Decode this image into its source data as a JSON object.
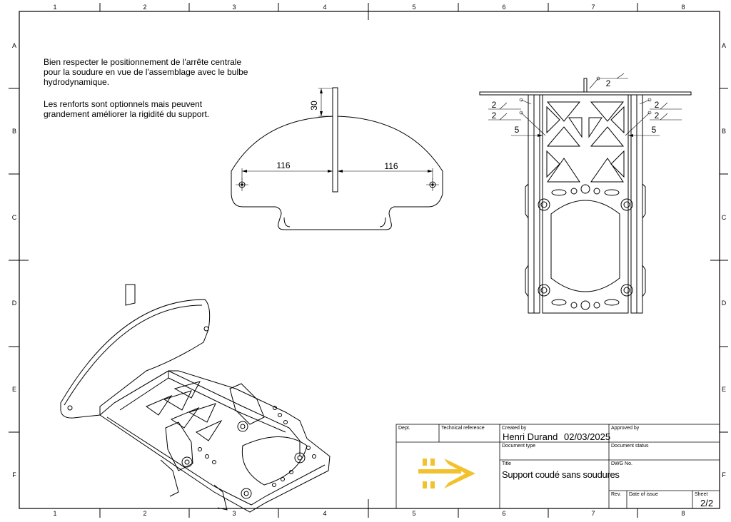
{
  "frame": {
    "columns": [
      "1",
      "2",
      "3",
      "4",
      "5",
      "6",
      "7",
      "8"
    ],
    "rows": [
      "A",
      "B",
      "C",
      "D",
      "E",
      "F"
    ]
  },
  "notes": {
    "paragraph1": "Bien respecter le positionnement de l'arrête centrale\npour la soudure en vue de l'assemblage avec le bulbe\nhydrodynamique.",
    "paragraph2": "Les renforts sont optionnels mais peuvent\ngrandement améliorer la rigidité du support."
  },
  "front_view": {
    "dim_height": "30",
    "dim_left": "116",
    "dim_right": "116"
  },
  "top_view": {
    "weld_top": "2",
    "weld_left_1": "2",
    "weld_left_2": "2",
    "weld_right_1": "2",
    "weld_right_2": "2",
    "dim_left": "5",
    "dim_right": "5"
  },
  "title_block": {
    "dept_label": "Dept.",
    "tech_ref_label": "Technical reference",
    "created_by_label": "Created by",
    "created_by_value": "Henri Durand",
    "date_value": "02/03/2025",
    "approved_by_label": "Approved by",
    "document_type_label": "Document type",
    "document_status_label": "Document status",
    "title_label": "Title",
    "title_value": "Support coudé sans soudures",
    "dwg_no_label": "DWG No.",
    "rev_label": "Rev.",
    "date_of_issue_label": "Date of issue",
    "sheet_label": "Sheet",
    "sheet_value": "2/2",
    "logo_color": "#f2c12e"
  }
}
